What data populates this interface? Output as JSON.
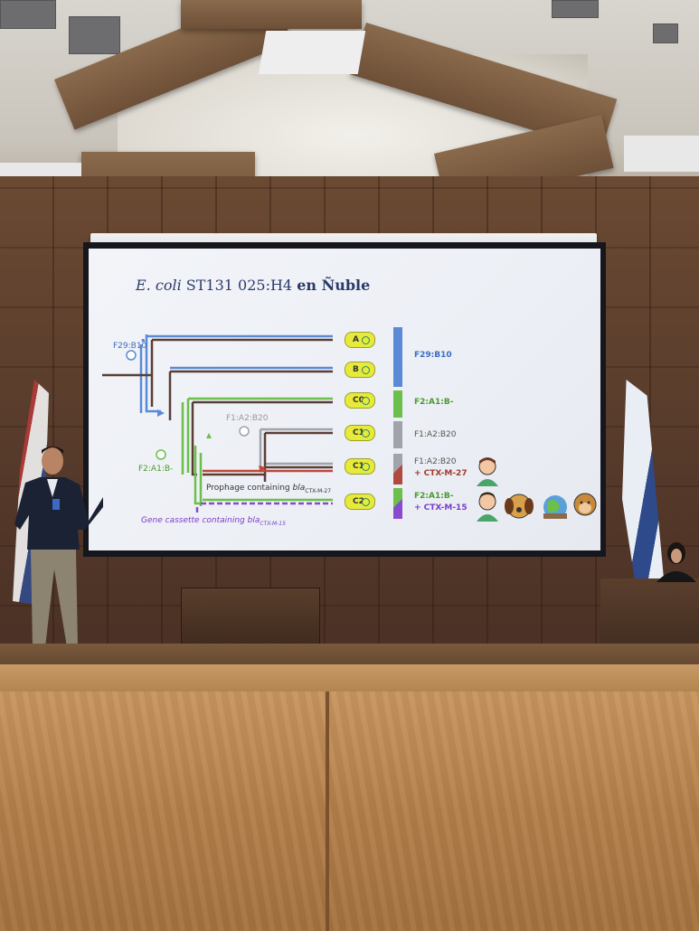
{
  "slide": {
    "title_italic": "E. coli",
    "title_rest": " ST131 025:H4 ",
    "title_bold": "en Ñuble",
    "nodes": [
      "A",
      "B",
      "C0",
      "C1",
      "C1",
      "C2"
    ],
    "node_superscript": "1",
    "tree_labels": {
      "root": "F29:B10",
      "branch_green": "F2:A1:B-",
      "branch_gray": "F1:A2:B20",
      "prophage_prefix": "Prophage containing ",
      "prophage_gene": "bla",
      "prophage_sub": "CTX-M-27",
      "cassette_prefix": "Gene cassette containing ",
      "cassette_gene": "bla",
      "cassette_sub": "CTX-M-15"
    },
    "legend": [
      {
        "line1": "F29:B10",
        "line2": "",
        "color": "#5a8ad6",
        "text_color": "#3c6cc4"
      },
      {
        "line1": "F2:A1:B-",
        "line2": "",
        "color": "#6bbf4a",
        "text_color": "#4a9a2e"
      },
      {
        "line1": "F1:A2:B20",
        "line2": "",
        "color": "#a0a3aa",
        "text_color": "#555"
      },
      {
        "line1": "F1:A2:B20",
        "line2": "+ CTX-M-27",
        "color": "#b14a3e",
        "text_color": "#555",
        "line2_color": "#a23a2c"
      },
      {
        "line1": "F2:A1:B-",
        "line2": "+ CTX-M-15",
        "color": "#8a4ad0",
        "text_color": "#4a9a2e",
        "line2_color": "#7a3cc8"
      }
    ],
    "colors": {
      "blue": "#5a8ad6",
      "green": "#6bbf4a",
      "gray": "#a0a3aa",
      "brown": "#5a3e36",
      "red": "#c0473a",
      "purple": "#8a4ad0",
      "node": "#e7ea3a"
    },
    "icons": [
      "person-icon",
      "person-icon",
      "dog-icon",
      "world-icon",
      "monkey-icon"
    ]
  }
}
